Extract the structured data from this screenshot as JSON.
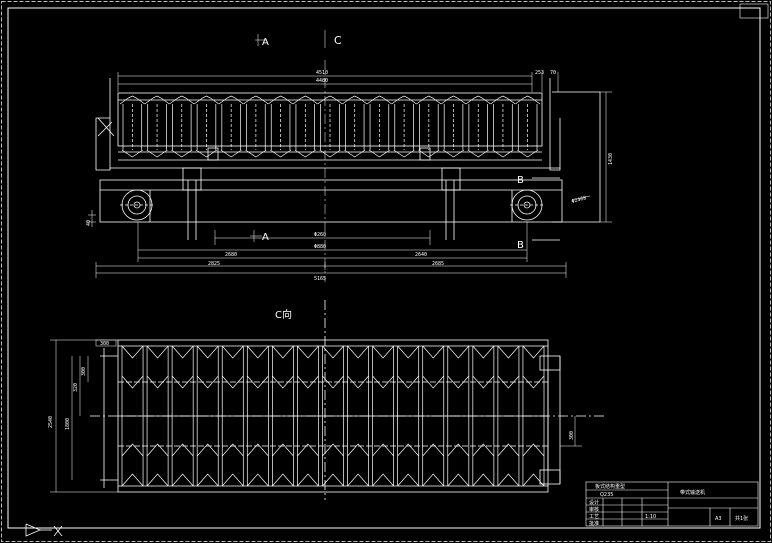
{
  "view_labels": {
    "section_a_top": "A",
    "view_c_marker": "C",
    "section_a_bottom": "A",
    "section_b_upper": "B",
    "section_b_lower": "B",
    "view_c_title": "C向"
  },
  "dimensions": {
    "overall_top": "4510",
    "inner_top": "4480",
    "right_small_1": "253",
    "right_small_2": "70",
    "height_right": "1430",
    "wheel_dim": "Φ2468",
    "left_small": "40",
    "center_span": "Φ260",
    "span_inner": "Φ880",
    "left_half": "2680",
    "right_half": "2640",
    "left_bottom": "2825",
    "right_bottom": "2685",
    "overall_bottom": "5165",
    "plan_top_offset": "300",
    "plan_height": "2540",
    "plan_inner": "1800",
    "plan_side_1": "320",
    "plan_side_2": "300",
    "plan_right": "300"
  },
  "title_block": {
    "drawing_title": "带式输送机",
    "scale": "1:10",
    "sheet_no": "A3",
    "sheet_count": "共1张",
    "rows": [
      "设计",
      "审核",
      "工艺",
      "批准"
    ],
    "subtitle": "板式结构重型",
    "material": "Q235"
  },
  "colors": {
    "background": "#000000",
    "line": "#ffffff",
    "frame": "#b8b8b8"
  }
}
